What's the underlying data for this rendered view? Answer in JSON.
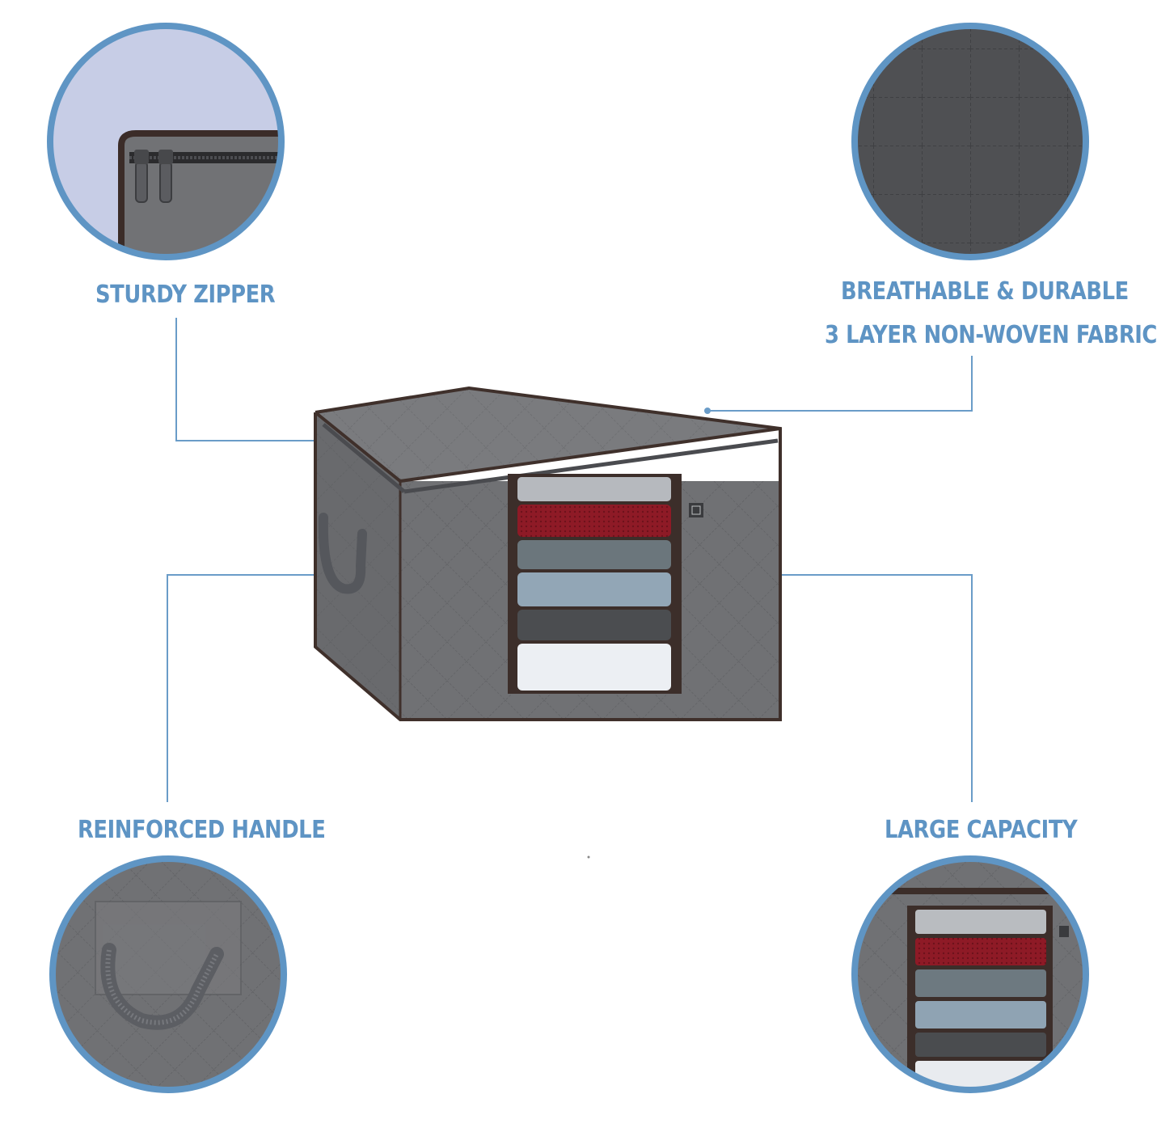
{
  "colors": {
    "accent": "#5f95c4",
    "label": "#5e94c4",
    "fabric": "#6f7072",
    "fabric_dark": "#55565a",
    "piping": "#4a3b36",
    "sweater_red": "#8e1a26"
  },
  "features": {
    "zipper": "STURDY ZIPPER",
    "fabric_line1": "BREATHABLE & DURABLE",
    "fabric_line2": "3 LAYER NON-WOVEN FABRIC",
    "handle": "REINFORCED HANDLE",
    "capacity": "LARGE CAPACITY"
  },
  "icons": [
    "zipper-detail-icon",
    "fabric-detail-icon",
    "handle-detail-icon",
    "capacity-detail-icon",
    "brand-tag-icon"
  ]
}
